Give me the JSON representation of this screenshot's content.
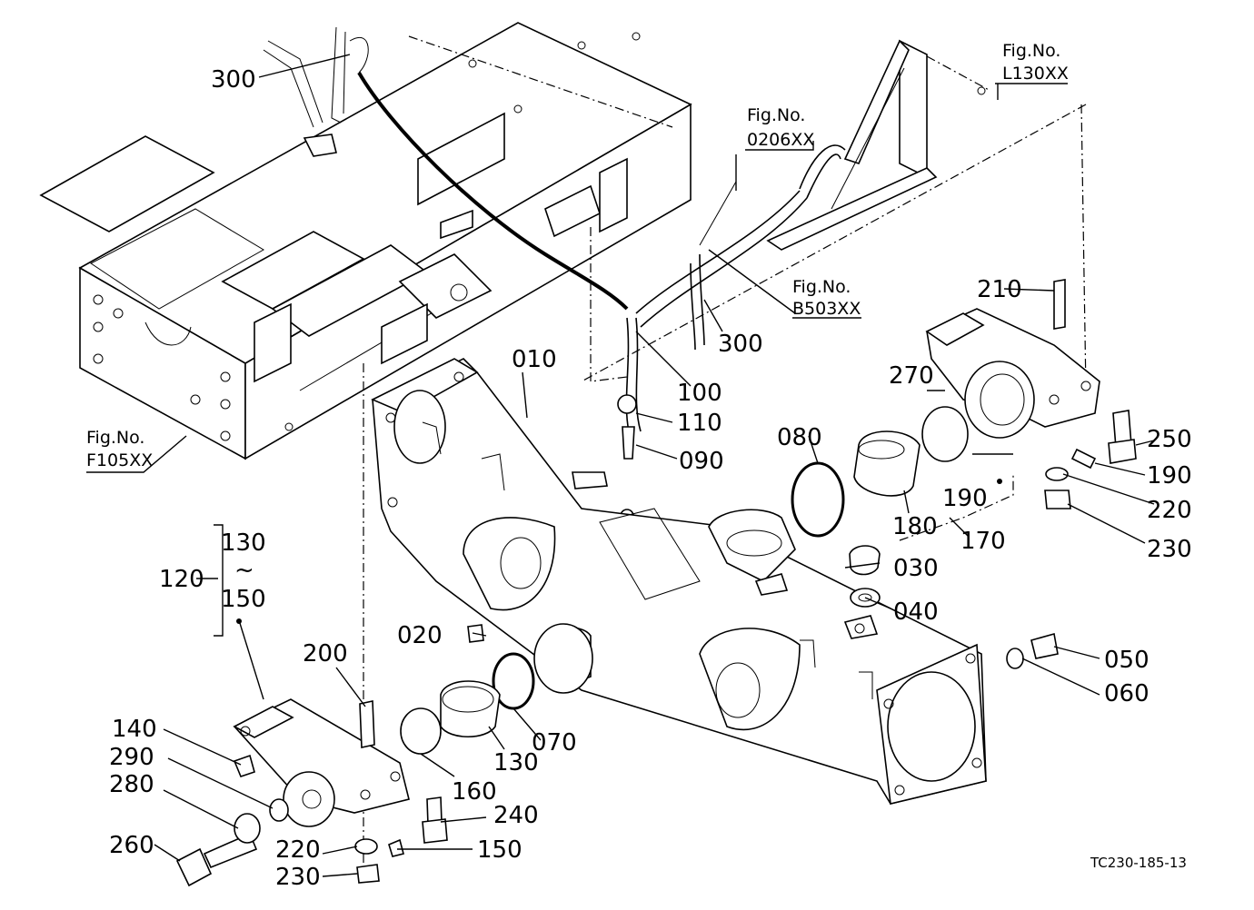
{
  "figure_refs": {
    "f105": {
      "line1": "Fig.No.",
      "line2": "F105XX"
    },
    "r0206": {
      "line1": "Fig.No.",
      "line2": "0206XX"
    },
    "l130": {
      "line1": "Fig.No.",
      "line2": "L130XX"
    },
    "b503": {
      "line1": "Fig.No.",
      "line2": "B503XX"
    }
  },
  "part_numbers": {
    "p010": "010",
    "p020": "020",
    "p030": "030",
    "p040": "040",
    "p050": "050",
    "p060": "060",
    "p070": "070",
    "p080": "080",
    "p090": "090",
    "p100": "100",
    "p110": "110",
    "p120": "120",
    "p130a": "130",
    "p130b": "130",
    "p140": "140",
    "p150a": "150",
    "p150b": "150",
    "p160": "160",
    "p170": "170",
    "p180": "180",
    "p190a": "190",
    "p190b": "190",
    "p200": "200",
    "p210": "210",
    "p220a": "220",
    "p220b": "220",
    "p230a": "230",
    "p230b": "230",
    "p240": "240",
    "p250": "250",
    "p260": "260",
    "p270": "270",
    "p280": "280",
    "p290": "290",
    "p300a": "300",
    "p300b": "300",
    "tilde": "~"
  },
  "drawing_code": "TC230-185-13"
}
